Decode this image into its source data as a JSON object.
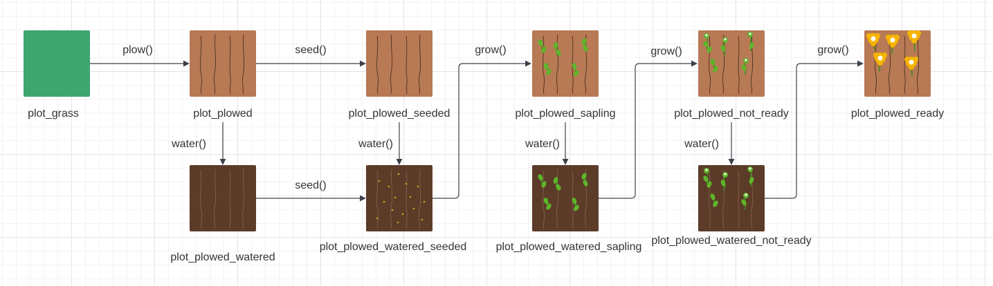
{
  "nodes": {
    "plot_grass": "plot_grass",
    "plot_plowed": "plot_plowed",
    "plot_plowed_seeded": "plot_plowed_seeded",
    "plot_plowed_sapling": "plot_plowed_sapling",
    "plot_plowed_not_ready": "plot_plowed_not_ready",
    "plot_plowed_ready": "plot_plowed_ready",
    "plot_plowed_watered": "plot_plowed_watered",
    "plot_plowed_watered_seeded": "plot_plowed_watered_seeded",
    "plot_plowed_watered_sapling": "plot_plowed_watered_sapling",
    "plot_plowed_watered_not_ready": "plot_plowed_watered_not_ready"
  },
  "edges": {
    "plow": "plow()",
    "seed_top": "seed()",
    "grow_1": "grow()",
    "grow_2": "grow()",
    "grow_3": "grow()",
    "water_1": "water()",
    "water_2": "water()",
    "water_3": "water()",
    "water_4": "water()",
    "seed_bottom": "seed()"
  },
  "colors": {
    "grass": "#3ea56f",
    "plowed": "#b87955",
    "watered": "#5c3b28",
    "edge": "#3a414a",
    "flower": "#f5b400"
  }
}
